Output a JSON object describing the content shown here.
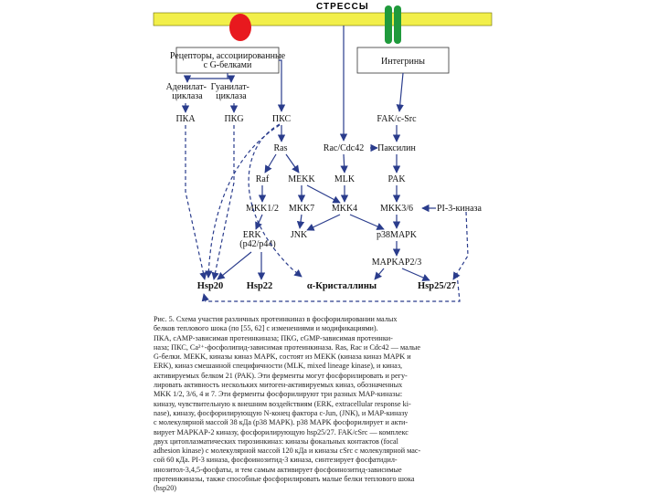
{
  "header": {
    "stress_label": "СТРЕССЫ"
  },
  "membrane_color": "#f2ef4a",
  "receptor_color": "#e8191e",
  "integrin_color": "#1f9a3c",
  "arrow_color": "#2a3c8c",
  "boxes": {
    "gprotein": "Рецепторы, ассоциированные с G-белками",
    "integrins": "Интегрины"
  },
  "nodes": {
    "adenylate": [
      "Аденилат-",
      "циклаза"
    ],
    "guanylate": [
      "Гуанилат-",
      "циклаза"
    ],
    "pka": "ПКА",
    "pkg": "ПКG",
    "pkc": "ПКС",
    "fak": "FAK/c-Src",
    "ras": "Ras",
    "rac": "Rac/Cdc42",
    "paxillin": "Паксилин",
    "raf": "Raf",
    "mekk": "MEKK",
    "mlk": "MLK",
    "pak": "PAK",
    "mkk12": "MKK1/2",
    "mkk7": "MKK7",
    "mkk4": "MKK4",
    "mkk36": "MKK3/6",
    "pi3": "PI-3-киназа",
    "erk": [
      "ERK",
      "(p42/p44)"
    ],
    "jnk": "JNK",
    "p38": "p38MAPK",
    "mapkap": "MAPKAP2/3",
    "hsp20": "Hsp20",
    "hsp22": "Hsp22",
    "cryst": "α-Кристаллины",
    "hsp2527": "Hsp25/27"
  },
  "caption": [
    "Рис. 5. Схема участия различных протеинкиназ в фосфорилировании малых",
    "белков теплового шока (по [55, 62] с изменениями и модификациями).",
    "ПКА, cAMP-зависимая протеинкиназа; ПКG, cGMP-зависимая протеинки-",
    "наза; ПКС, Ca²⁺-фосфолипид-зависимая протеинкиназа. Ras, Rac и Cdc42 — малые",
    "G-белки. MEKK, киназы киназ MAPK, состоят из MEKK (киназа киназ MAPK и",
    "ERK), киназ смешанной специфичности (MLK, mixed lineage kinase), и киназ,",
    "активируемых белком 21 (PAK). Эти ферменты могут фосфорилировать и регу-",
    "лировать активность нескольких митоген-активируемых киназ, обозначенных",
    "MKK 1/2, 3/6, 4 и 7. Эти ферменты фосфорилируют три разных MAP-киназы:",
    "киназу, чувствительную к внешним воздействиям (ERK, extracellular response ki-",
    "nase), киназу, фосфорилирующую N-конец фактора c-Jun, (JNK), и MAP-киназу",
    "с молекулярной массой 38 кДа (p38 MAPK). p38 MAPK фосфорилирует и акти-",
    "вирует MAPKAP-2 киназу, фосфорилирующую hsp25/27. FAK/cSrc — комплекс",
    "двух цитоплазматических тирозинкиназ: киназы фокальных контактов (focal",
    "adhesion kinase) с молекулярной массой 120 кДа и киназы cSrc с молекулярной мас-",
    "сой 60 кДа. PI-3 киназа, фосфоинозитид-3 киназа, синтезирует фосфатидил-",
    "инозитол-3,4,5-фосфаты, и тем самым активирует фосфоинозитид-зависимые",
    "протеинкиназы, также способные фосфорилировать малые белки теплового шока",
    "(hsp20)"
  ]
}
